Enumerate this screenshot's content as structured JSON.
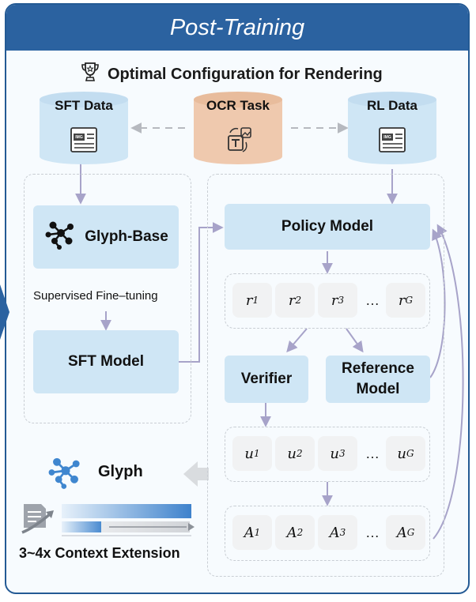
{
  "header": {
    "title": "Post-Training"
  },
  "subtitle": {
    "text": "Optimal Configuration for Rendering",
    "icon": "trophy-icon"
  },
  "sources": {
    "sft_data": "SFT Data",
    "ocr_task": "OCR Task",
    "rl_data": "RL Data",
    "img_tag": "IMG"
  },
  "sft": {
    "base_model": "Glyph-Base",
    "step_label": "Supervised Fine–tuning",
    "sft_model": "SFT Model"
  },
  "rl": {
    "policy_model": "Policy Model",
    "verifier": "Verifier",
    "reference_model_line1": "Reference",
    "reference_model_line2": "Model",
    "rewards": [
      {
        "base": "r",
        "sub": "1"
      },
      {
        "base": "r",
        "sub": "2"
      },
      {
        "base": "r",
        "sub": "3"
      },
      {
        "base": "r",
        "sub": "G"
      }
    ],
    "verifier_scores": [
      {
        "base": "u",
        "sub": "1"
      },
      {
        "base": "u",
        "sub": "2"
      },
      {
        "base": "u",
        "sub": "3"
      },
      {
        "base": "u",
        "sub": "G"
      }
    ],
    "advantages": [
      {
        "base": "A",
        "sub": "1"
      },
      {
        "base": "A",
        "sub": "2"
      },
      {
        "base": "A",
        "sub": "3"
      },
      {
        "base": "A",
        "sub": "G"
      }
    ],
    "ellipsis": "…"
  },
  "result": {
    "model_name": "Glyph",
    "caption": "3~4x Context Extension"
  },
  "colors": {
    "header": "#2b62a0",
    "box": "#cfe6f5",
    "ocr": "#efc9ae",
    "arrow": "#a7a3c9",
    "cell": "#f1f2f3"
  }
}
